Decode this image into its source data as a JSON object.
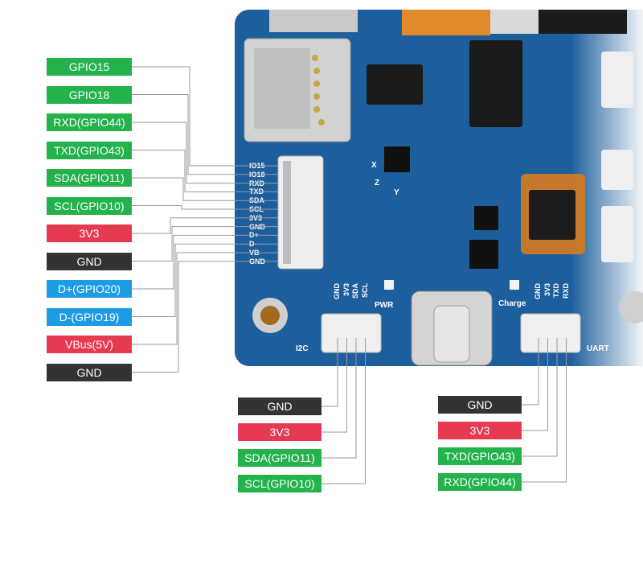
{
  "left_pins": [
    {
      "label": "GPIO15",
      "color": "green",
      "pad": "IO15"
    },
    {
      "label": "GPIO18",
      "color": "green",
      "pad": "IO18"
    },
    {
      "label": "RXD(GPIO44)",
      "color": "green",
      "pad": "RXD"
    },
    {
      "label": "TXD(GPIO43)",
      "color": "green",
      "pad": "TXD"
    },
    {
      "label": "SDA(GPIO11)",
      "color": "green",
      "pad": "SDA"
    },
    {
      "label": "SCL(GPIO10)",
      "color": "green",
      "pad": "SCL"
    },
    {
      "label": "3V3",
      "color": "red",
      "pad": "3V3"
    },
    {
      "label": "GND",
      "color": "black",
      "pad": "GND"
    },
    {
      "label": "D+(GPIO20)",
      "color": "blue",
      "pad": "D+"
    },
    {
      "label": "D-(GPIO19)",
      "color": "blue",
      "pad": "D-"
    },
    {
      "label": "VBus(5V)",
      "color": "red",
      "pad": "VB"
    },
    {
      "label": "GND",
      "color": "black",
      "pad": "GND"
    }
  ],
  "i2c_pins": [
    {
      "label": "GND",
      "color": "black",
      "pad": "GND"
    },
    {
      "label": "3V3",
      "color": "red",
      "pad": "3V3"
    },
    {
      "label": "SDA(GPIO11)",
      "color": "green",
      "pad": "SDA"
    },
    {
      "label": "SCL(GPIO10)",
      "color": "green",
      "pad": "SCL"
    }
  ],
  "uart_pins": [
    {
      "label": "GND",
      "color": "black",
      "pad": "GND"
    },
    {
      "label": "3V3",
      "color": "red",
      "pad": "3V3"
    },
    {
      "label": "TXD(GPIO43)",
      "color": "green",
      "pad": "TXD"
    },
    {
      "label": "RXD(GPIO44)",
      "color": "green",
      "pad": "RXD"
    }
  ],
  "board_text": {
    "i2c": "I2C",
    "uart": "UART",
    "pwr": "PWR",
    "charge": "Charge",
    "axis_x": "X",
    "axis_z": "Z",
    "axis_y": "Y"
  },
  "colors": {
    "green": "#23b24b",
    "red": "#e53a4f",
    "black": "#333333",
    "blue": "#1d9ce6",
    "board": "#1d5e9c",
    "wire": "#9a9a9a"
  }
}
